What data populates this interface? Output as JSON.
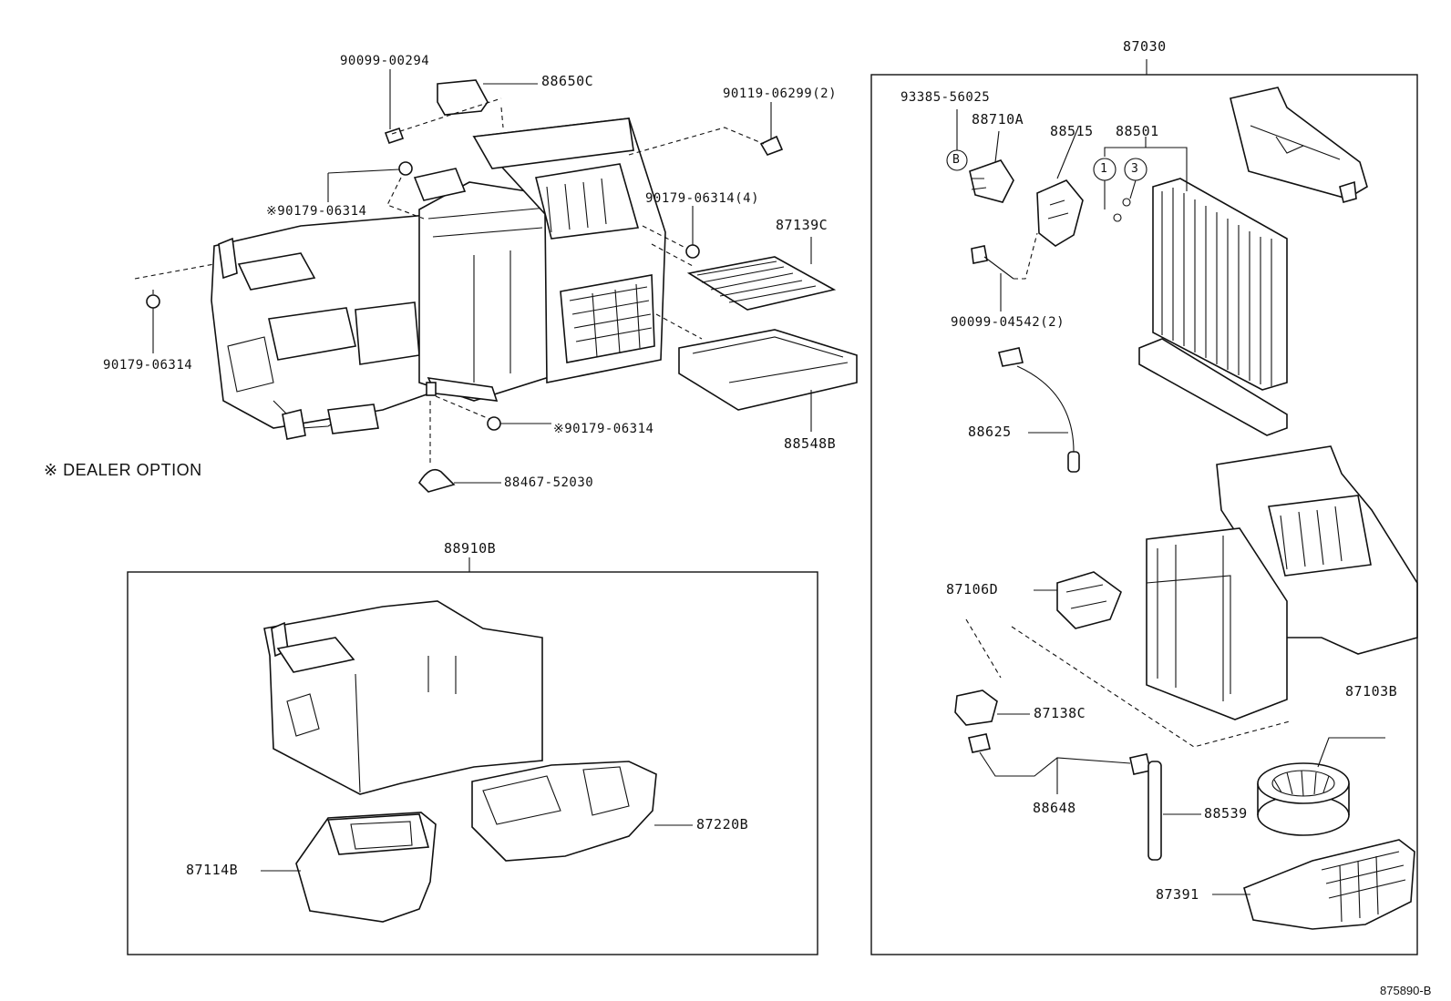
{
  "callouts": {
    "p90099_00294": "90099-00294",
    "p88650C": "88650C",
    "p90119_06299": "90119-06299(2)",
    "p90179_06314_opt_a": "※90179-06314",
    "p90179_06314_4": "90179-06314(4)",
    "p87139C": "87139C",
    "p90179_06314_left": "90179-06314",
    "p90179_06314_opt_b": "※90179-06314",
    "p88548B": "88548B",
    "p88467_52030": "88467-52030",
    "p87030": "87030",
    "p93385_56025": "93385-56025",
    "p88710A": "88710A",
    "p88515": "88515",
    "p88501": "88501",
    "p90099_04542": "90099-04542(2)",
    "p88625": "88625",
    "p87106D": "87106D",
    "p87138C": "87138C",
    "p87103B": "87103B",
    "p88648": "88648",
    "p88539": "88539",
    "p87391": "87391",
    "p88910B": "88910B",
    "p87220B": "87220B",
    "p87114B": "87114B"
  },
  "markers": {
    "circle_b": "B",
    "circle_1": "1",
    "circle_3": "3"
  },
  "dealer_note": "※  DEALER OPTION",
  "figure_id": "875890-B"
}
